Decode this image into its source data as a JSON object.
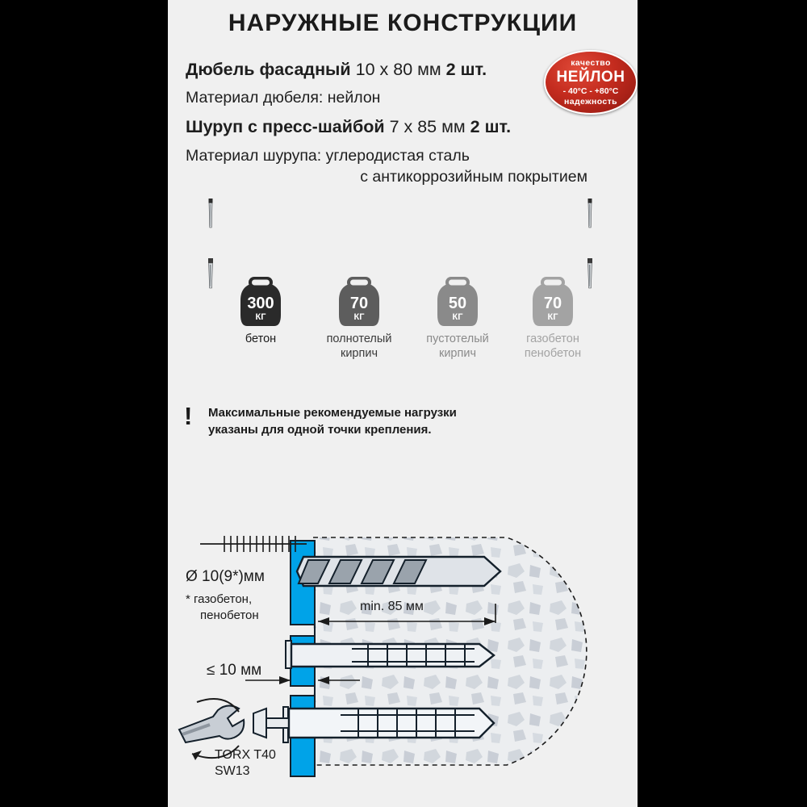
{
  "page": {
    "background_color": "#f0f0f0",
    "letterbox_color": "#000000",
    "accent_blue": "#00a3e8",
    "badge_red": "#c32b1e"
  },
  "header": {
    "title": "НАРУЖНЫЕ КОНСТРУКЦИИ"
  },
  "specs": {
    "line1_bold": "Дюбель фасадный",
    "line1_rest": "10 x 80 мм",
    "line1_qty": "2 шт.",
    "line2": "Материал дюбеля: нейлон",
    "line3_bold": "Шуруп с пресс-шайбой",
    "line3_rest": "7 x 85 мм",
    "line3_qty": "2 шт.",
    "line4": "Материал шурупа: углеродистая сталь",
    "line5": "с антикоррозийным покрытием"
  },
  "badge": {
    "top_text": "качество",
    "main_text": "НЕЙЛОН",
    "temp_text": "- 40°C - +80°C",
    "bottom_text": "надежность"
  },
  "loads": {
    "unit": "КГ",
    "items": [
      {
        "value": "300",
        "label_line1": "бетон",
        "label_line2": "",
        "icon_color": "#2a2a2a",
        "text_color": "#1b1b1b"
      },
      {
        "value": "70",
        "label_line1": "полнотелый",
        "label_line2": "кирпич",
        "icon_color": "#5d5d5d",
        "text_color": "#3a3a3a"
      },
      {
        "value": "50",
        "label_line1": "пустотелый",
        "label_line2": "кирпич",
        "icon_color": "#8a8a8a",
        "text_color": "#8a8a8a"
      },
      {
        "value": "70",
        "label_line1": "газобетон",
        "label_line2": "пенобетон",
        "icon_color": "#a3a3a3",
        "text_color": "#a3a3a3"
      }
    ]
  },
  "note": {
    "marker": "!",
    "line1": "Максимальные рекомендуемые нагрузки",
    "line2": "указаны для одной точки крепления."
  },
  "diagram": {
    "drill_diameter": "Ø 10(9*)мм",
    "footnote_line1": "* газобетон,",
    "footnote_line2": "пенобетон",
    "min_depth": "min. 85 мм",
    "max_gap": "≤ 10 мм",
    "tool_torx": "TORX T40",
    "tool_sw": "SW13"
  }
}
